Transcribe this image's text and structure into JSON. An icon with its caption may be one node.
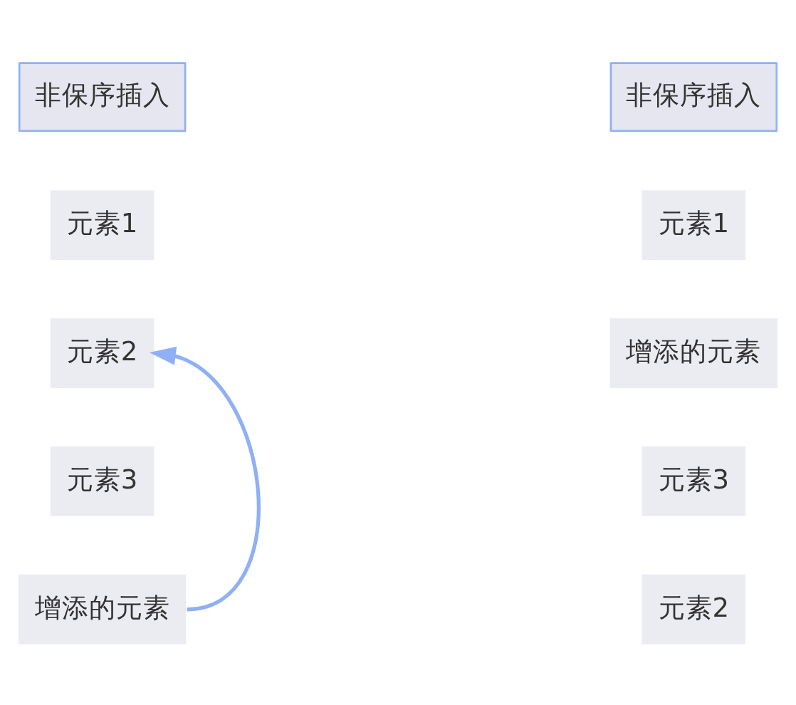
{
  "diagram": {
    "nodes": [
      {
        "text": [
          "非保序插入"
        ]
      },
      {
        "text": [
          "元素1"
        ]
      },
      {
        "text": [
          "元素2"
        ]
      },
      {
        "text": [
          "元素3"
        ]
      },
      {
        "text": [
          "增添的元素"
        ]
      },
      {
        "text": [
          "非保序插入"
        ]
      },
      {
        "text": [
          "元素1"
        ]
      },
      {
        "text": [
          "增添的元素"
        ]
      },
      {
        "text": [
          "元素3"
        ]
      },
      {
        "text": [
          "元素2"
        ]
      }
    ],
    "edges": [
      {
        "from": 4,
        "to": 2,
        "arrow": "to",
        "color": "#8fb0f5"
      }
    ]
  }
}
